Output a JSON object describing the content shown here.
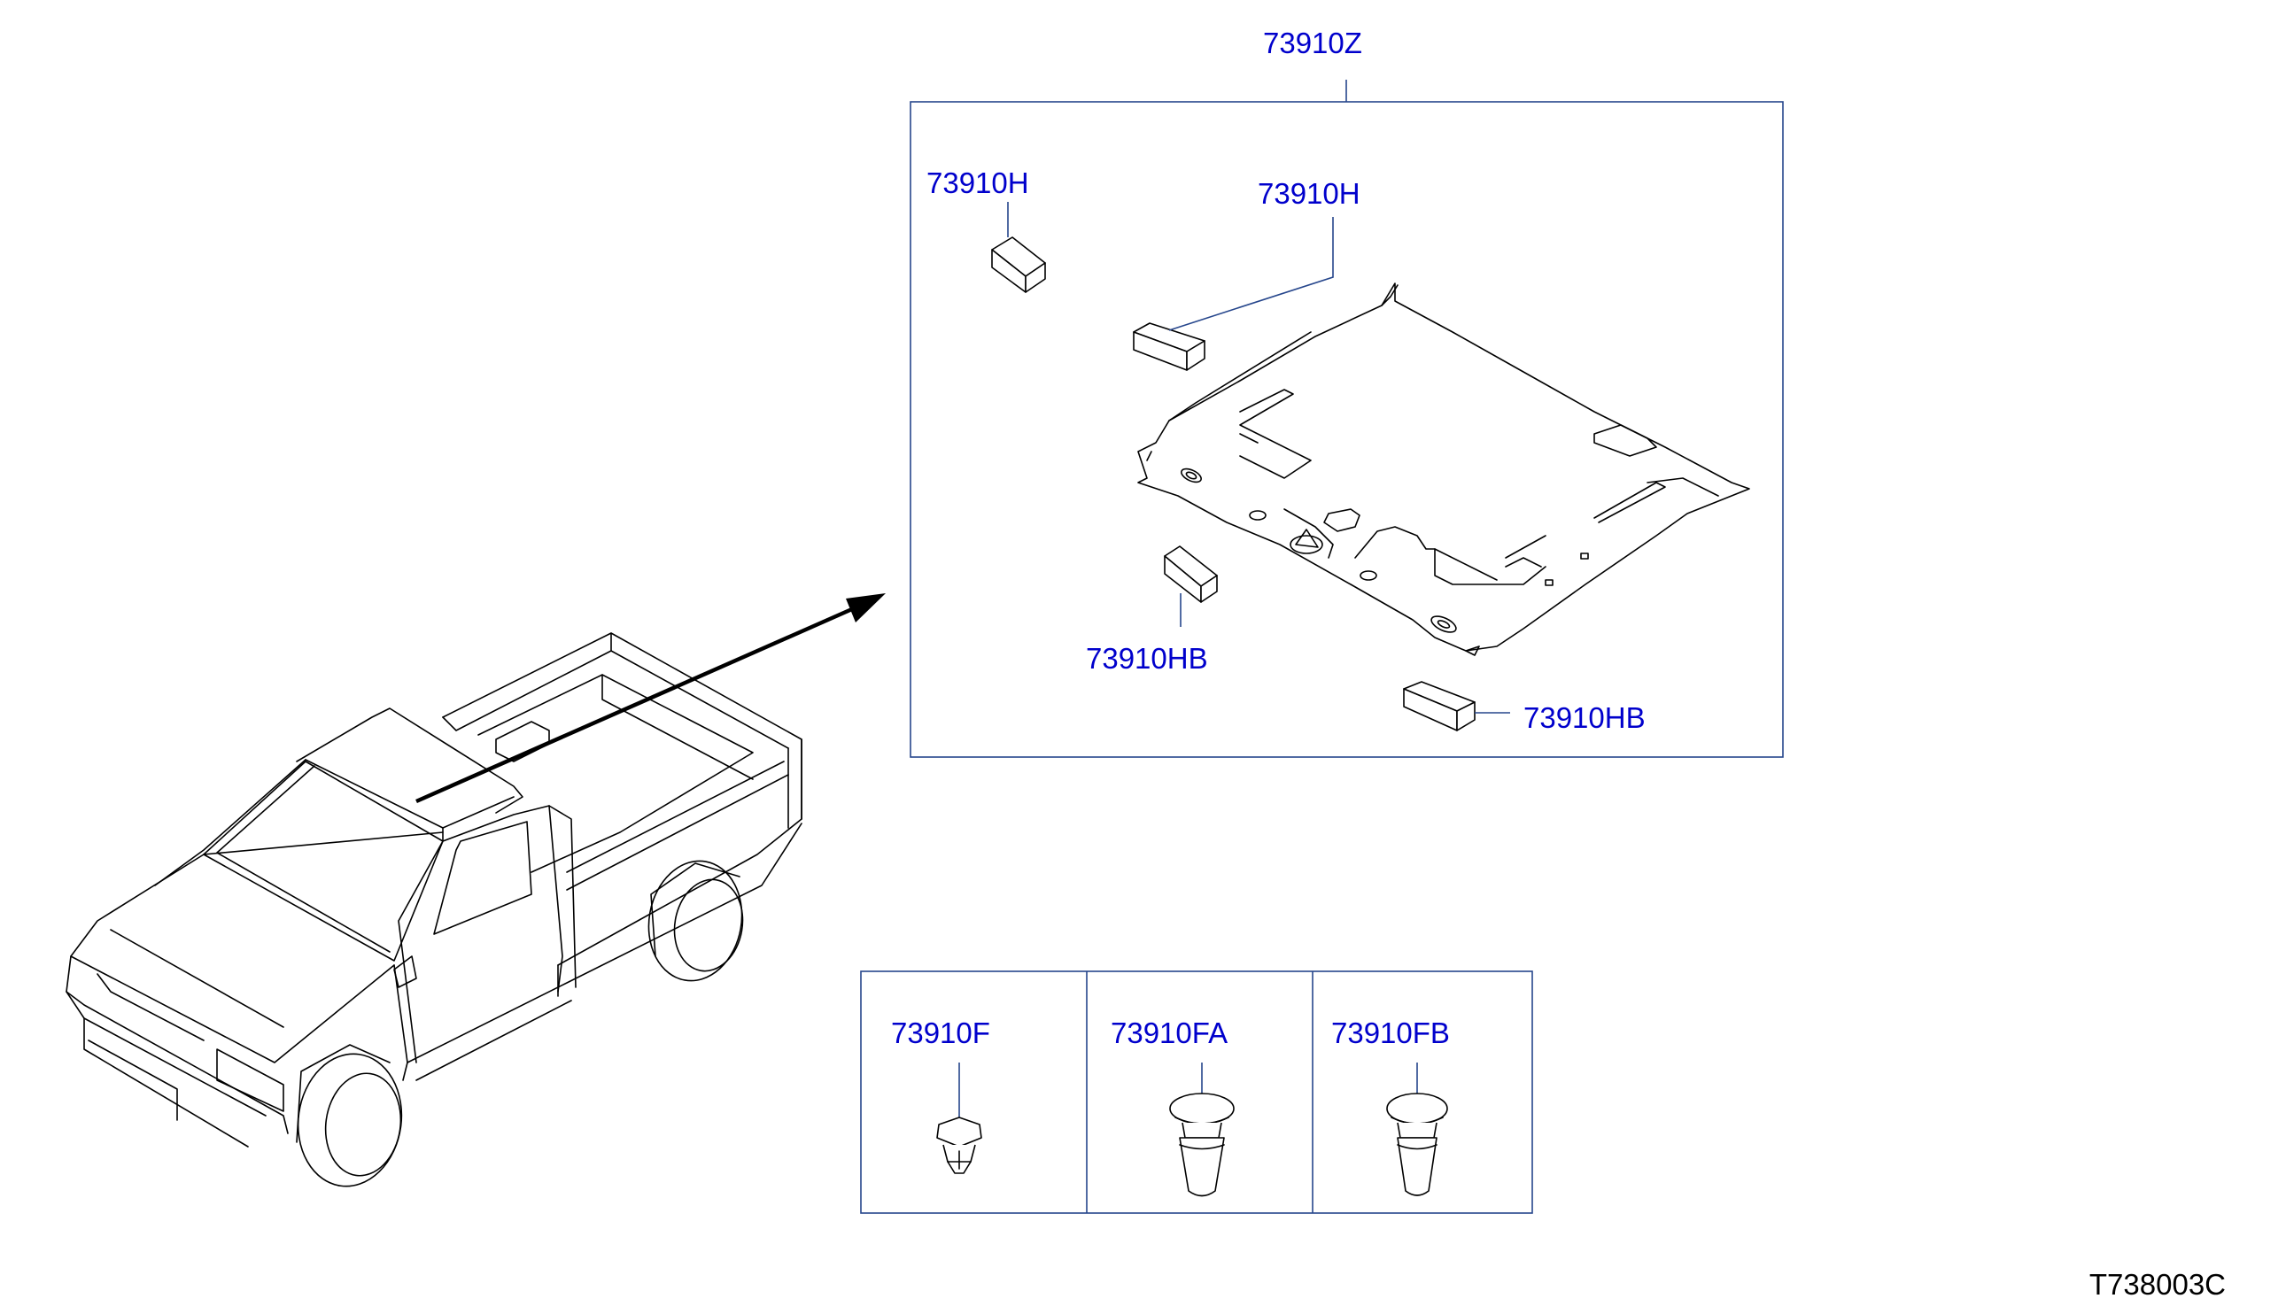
{
  "labels": {
    "assembly": "73910Z",
    "pad_h_left": "73910H",
    "pad_h_center": "73910H",
    "pad_hb_center": "73910HB",
    "pad_hb_right": "73910HB",
    "clip_f": "73910F",
    "clip_fa": "73910FA",
    "clip_fb": "73910FB"
  },
  "diagram_code": "T738003C",
  "colors": {
    "part_label": "#0000cc",
    "frame": "#26468c",
    "line_art": "#000000"
  }
}
